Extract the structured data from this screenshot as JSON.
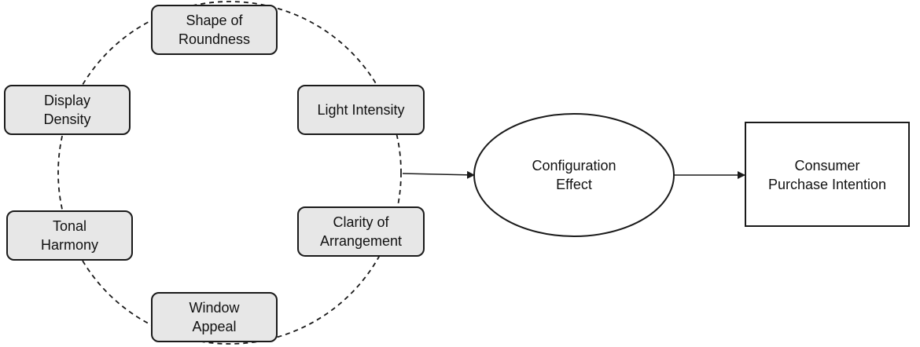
{
  "factors": {
    "shape": [
      "Shape of",
      "Roundness"
    ],
    "light": [
      "Light Intensity"
    ],
    "clarity": [
      "Clarity of",
      "Arrangement"
    ],
    "window": [
      "Window",
      "Appeal"
    ],
    "tonal": [
      "Tonal",
      "Harmony"
    ],
    "density": [
      "Display",
      "Density"
    ]
  },
  "mediator": [
    "Configuration",
    "Effect"
  ],
  "outcome": [
    "Consumer",
    "Purchase Intention"
  ],
  "colors": {
    "box_fill": "#e7e7e7",
    "stroke": "#1a1a1a"
  }
}
